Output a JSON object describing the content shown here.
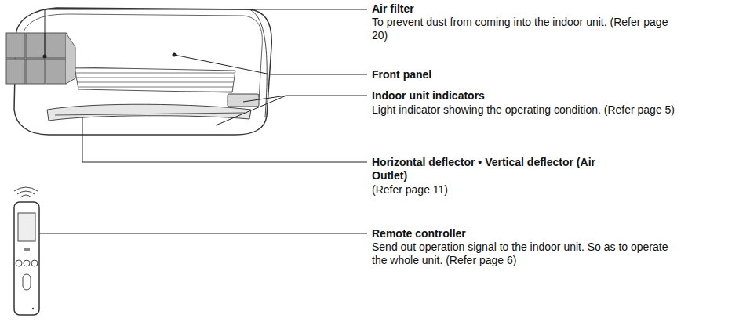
{
  "diagram": {
    "labels": [
      "Air filter",
      "To prevent dust from coming into the indoor unit. (Refer page 20)",
      "Front panel",
      "Indoor unit indicators",
      "Light indicator showing the operating condition. (Refer page 5)",
      "Horizontal deflector • Vertical deflector (Air Outlet)",
      "(Refer page 11)",
      "Remote controller",
      "Send out operation signal to the indoor unit. So as to operate the whole unit. (Refer page 6)"
    ]
  }
}
